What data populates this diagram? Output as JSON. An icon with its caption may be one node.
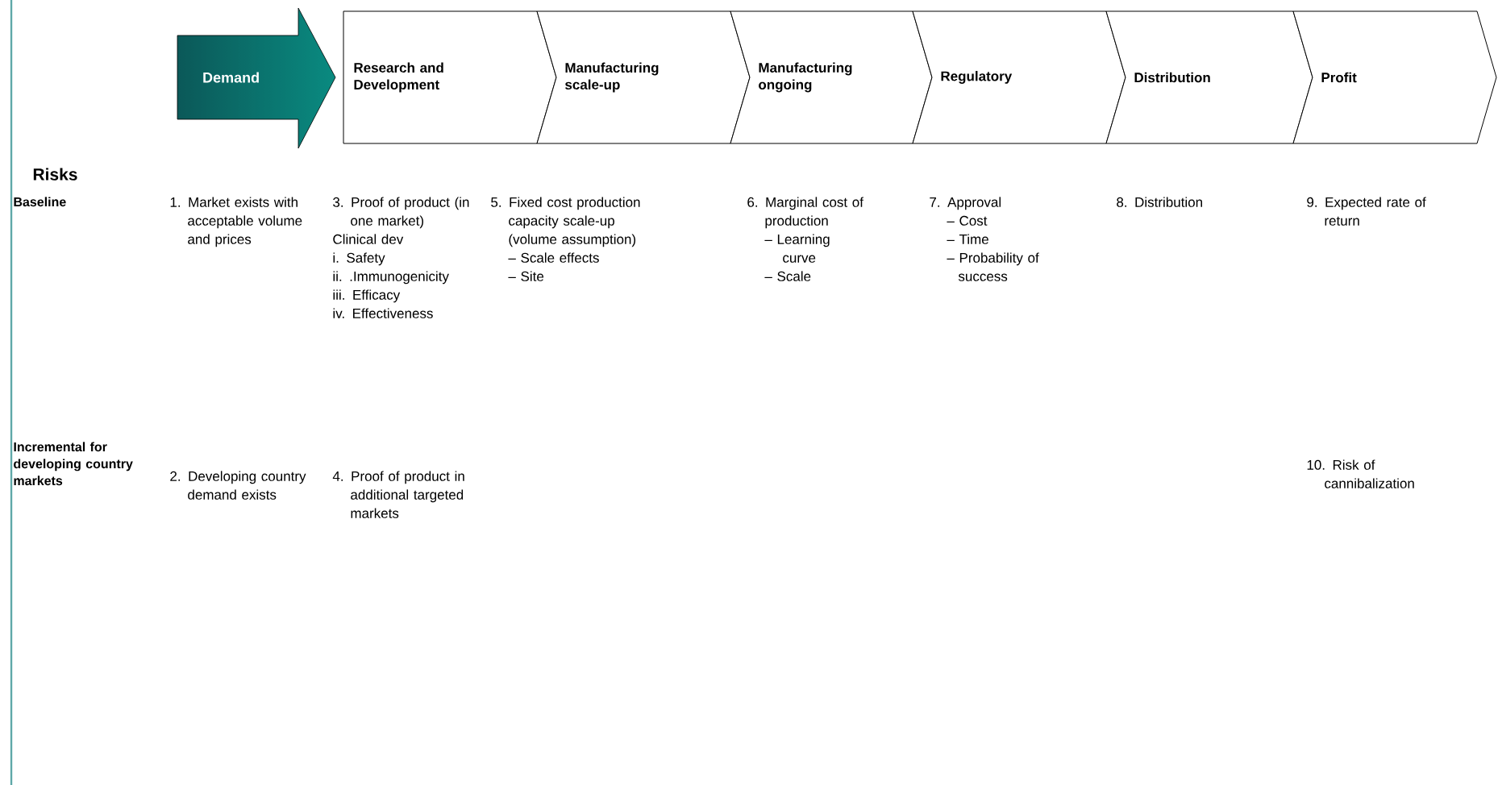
{
  "diagram": {
    "nodes": [
      {
        "text": [
          "Demand"
        ]
      },
      {
        "text": [
          "Research and Development"
        ]
      },
      {
        "text": [
          "Manufacturing scale-up"
        ]
      },
      {
        "text": [
          "Manufacturing ongoing"
        ]
      },
      {
        "text": [
          "Regulatory"
        ]
      },
      {
        "text": [
          "Distribution"
        ]
      },
      {
        "text": [
          "Profit"
        ]
      }
    ],
    "edges": [],
    "labels": [
      "Risks",
      "Baseline",
      "1. Market exists with acceptable volume and prices",
      "3. Proof of product (in one market)",
      "Clinical dev",
      "i. Safety",
      "ii. .Immunogenicity",
      "iii. Efficacy",
      "iv. Effectiveness",
      "5. Fixed cost production capacity scale-up (volume assumption)",
      "– Scale effects",
      "– Site",
      "6. Marginal cost of production",
      "– Learning curve",
      "– Scale",
      "7. Approval",
      "– Cost",
      "– Time",
      "– Probability of success",
      "8. Distribution",
      "9. Expected rate of return",
      "Incremental for developing country markets",
      "2. Developing country demand exists",
      "4. Proof of product in additional targeted markets",
      "10. Risk of cannibalization"
    ]
  }
}
